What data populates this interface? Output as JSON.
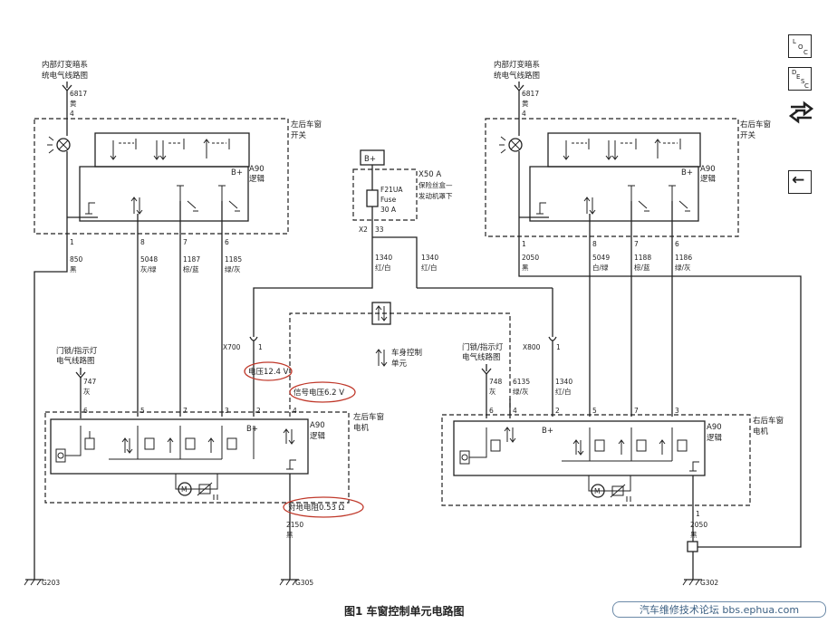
{
  "left_top": {
    "ref": "内部灯变暗系统电气线路图",
    "wire_no": "6817",
    "wire_color": "黄",
    "pin": "4",
    "switch_title": "左后车窗开关",
    "module_code": "A90",
    "module_name": "逻辑",
    "bplus": "B+",
    "pins": [
      "1",
      "8",
      "7",
      "6"
    ],
    "wire_nos": [
      "850",
      "5048",
      "1187",
      "1185"
    ],
    "wire_colors": [
      "黑",
      "灰/绿",
      "棕/蓝",
      "绿/灰"
    ]
  },
  "right_top": {
    "ref": "内部灯变暗系统电气线路图",
    "wire_no": "6817",
    "wire_color": "黄",
    "pin": "4",
    "switch_title": "右后车窗开关",
    "module_code": "A90",
    "module_name": "逻辑",
    "bplus": "B+",
    "pins": [
      "1",
      "8",
      "7",
      "6"
    ],
    "wire_nos": [
      "2050",
      "5049",
      "1188",
      "1186"
    ],
    "wire_colors": [
      "黑",
      "白/绿",
      "棕/蓝",
      "绿/灰"
    ]
  },
  "fuse": {
    "bplus": "B+",
    "block_code": "X50 A",
    "block_name": "保险丝盒—发动机罩下",
    "fuse_id": "F21UA",
    "fuse_word": "Fuse",
    "fuse_rating": "30 A",
    "connector": "X2",
    "connector_pin": "33",
    "left_wire_no": "1340",
    "left_wire_color": "红/白",
    "right_wire_no": "1340",
    "right_wire_color": "红/白"
  },
  "bcm": {
    "name": "车身控制单元"
  },
  "left_motor": {
    "conn": "X700",
    "conn_pin": "1",
    "lock_ref": "门锁/指示灯电气线路图",
    "lock_wire_no": "747",
    "lock_wire_color": "灰",
    "title": "左后车窗电机",
    "module_code": "A90",
    "module_name": "逻辑",
    "bplus": "B+",
    "pins": [
      "6",
      "5",
      "7",
      "3",
      "2",
      "4"
    ],
    "ground_wire_no": "2150",
    "ground_wire_color": "黑"
  },
  "right_motor": {
    "conn": "X800",
    "conn_pin": "1",
    "lock_ref": "门锁/指示灯电气线路图",
    "lock_wire_no": "748",
    "lock_wire_color": "灰",
    "sig_wire_no": "6135",
    "sig_wire_color": "绿/灰",
    "pwr_wire_no": "1340",
    "pwr_wire_color": "红/白",
    "title": "右后车窗电机",
    "module_code": "A90",
    "module_name": "逻辑",
    "bplus": "B+",
    "pins": [
      "6",
      "4",
      "2",
      "5",
      "7",
      "3"
    ],
    "ground_pin": "1",
    "ground_wire_no": "2050",
    "ground_wire_color": "黑"
  },
  "annotations": {
    "voltage": "电压12.4 V",
    "signal": "信号电压6.2 V",
    "resistance": "对地电阻0.53 Ω"
  },
  "grounds": [
    "G203",
    "G305",
    "G302"
  ],
  "nav": {
    "loc": [
      "L",
      "O",
      "C"
    ],
    "desc": [
      "D",
      "E",
      "S",
      "C"
    ],
    "back_arrow": "←"
  },
  "caption": "图1 车窗控制单元电路图",
  "watermark": "汽车维修技术论坛 bbs.ephua.com",
  "colors": {
    "annotation_circle": "#c0392b",
    "watermark": "#3b5f82"
  }
}
